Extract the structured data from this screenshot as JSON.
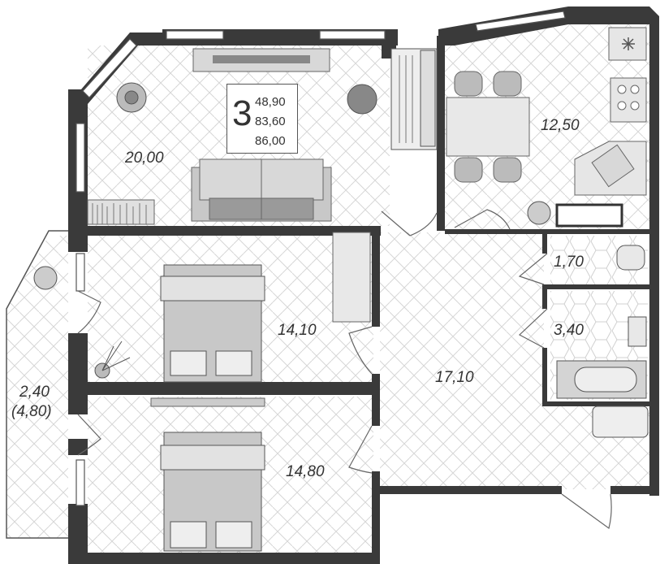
{
  "summary": {
    "rooms_count": "3",
    "living_area": "48,90",
    "total_area": "83,60",
    "total_area_with_balcony": "86,00"
  },
  "rooms": {
    "living_room": "20,00",
    "kitchen": "12,50",
    "bedroom_1": "14,10",
    "bedroom_2": "14,80",
    "hall": "17,10",
    "toilet": "1,70",
    "bathroom": "3,40",
    "balcony": "2,40",
    "balcony_full": "(4,80)"
  },
  "colors": {
    "wall": "#3a3a3a",
    "furniture": "#c8c8c8",
    "furniture_dark": "#8a8a8a",
    "floor_pattern": "#d6d6d6"
  }
}
